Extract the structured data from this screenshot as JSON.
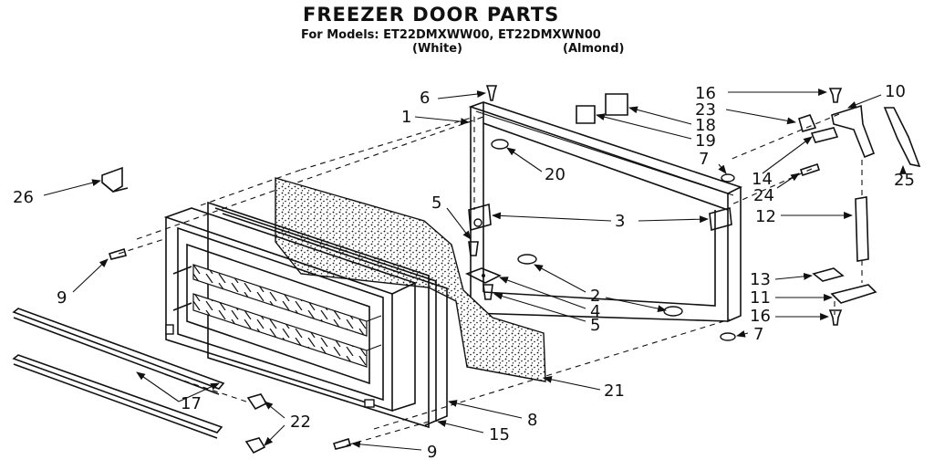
{
  "header": {
    "title": "FREEZER DOOR PARTS",
    "models": "For Models: ET22DMXWW00, ET22DMXWN00",
    "variant_white": "(White)",
    "variant_almond": "(Almond)"
  },
  "callouts": {
    "c1": "1",
    "c2": "2",
    "c3": "3",
    "c4": "4",
    "c5a": "5",
    "c5b": "5",
    "c6": "6",
    "c7a": "7",
    "c7b": "7",
    "c8": "8",
    "c9a": "9",
    "c9b": "9",
    "c10": "10",
    "c11": "11",
    "c12": "12",
    "c13": "13",
    "c14": "14",
    "c15": "15",
    "c16a": "16",
    "c16b": "16",
    "c17": "17",
    "c18": "18",
    "c19": "19",
    "c20": "20",
    "c21": "21",
    "c22": "22",
    "c23": "23",
    "c24": "24",
    "c25": "25",
    "c26": "26"
  }
}
